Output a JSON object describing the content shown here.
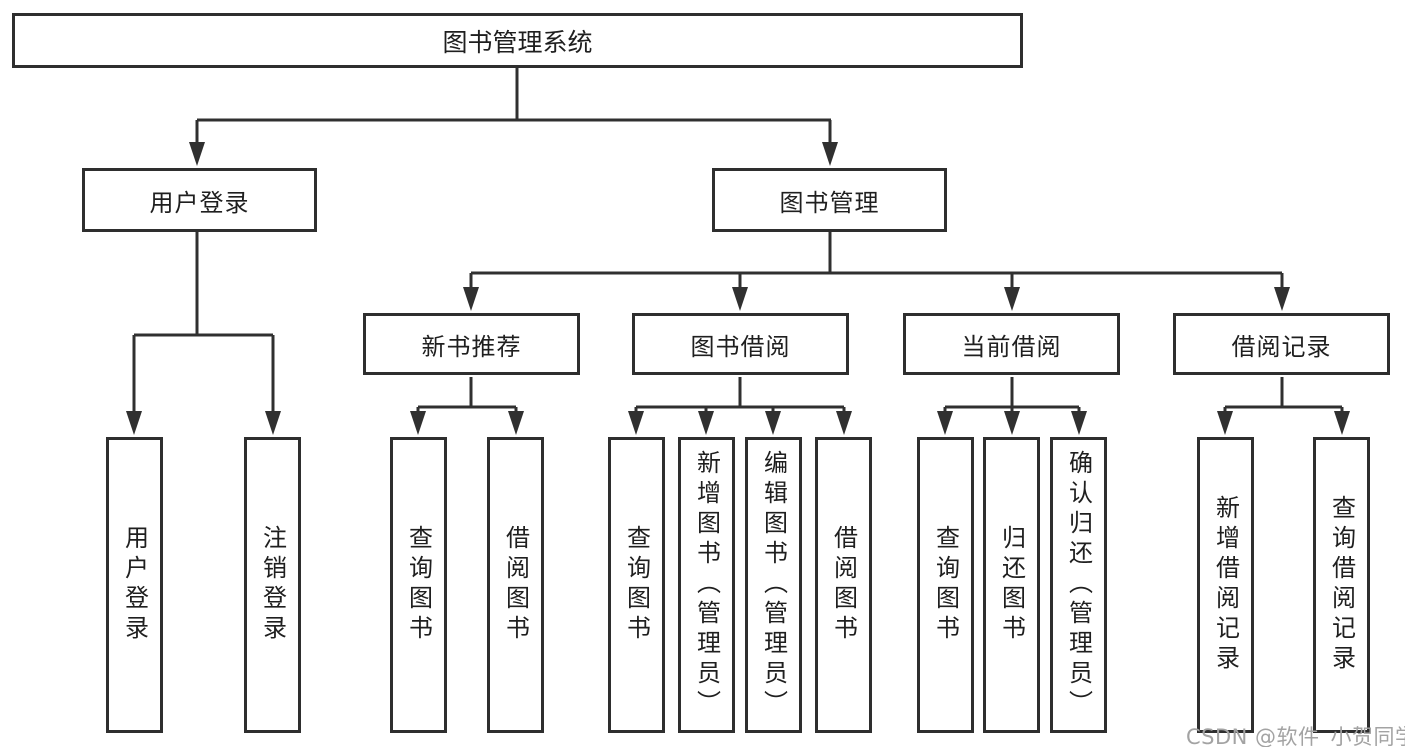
{
  "page": {
    "background": "#ffffff",
    "line_color": "#303030",
    "box_border_color": "#2e2e2e",
    "text_color": "#1f1f1f",
    "watermark": {
      "text": "CSDN @软件_小贺同学",
      "color": "#a3a3a3"
    }
  },
  "tree": {
    "root": {
      "label": "图书管理系统",
      "children": [
        {
          "label": "用户登录",
          "leaves": [
            "用户登录",
            "注销登录"
          ]
        },
        {
          "label": "图书管理",
          "children": [
            {
              "label": "新书推荐",
              "leaves": [
                "查询图书",
                "借阅图书"
              ]
            },
            {
              "label": "图书借阅",
              "leaves": [
                "查询图书",
                "新增图书（管理员）",
                "编辑图书（管理员）",
                "借阅图书"
              ]
            },
            {
              "label": "当前借阅",
              "leaves": [
                "查询图书",
                "归还图书",
                "确认归还（管理员）"
              ]
            },
            {
              "label": "借阅记录",
              "leaves": [
                "新增借阅记录",
                "查询借阅记录"
              ]
            }
          ]
        }
      ]
    }
  }
}
